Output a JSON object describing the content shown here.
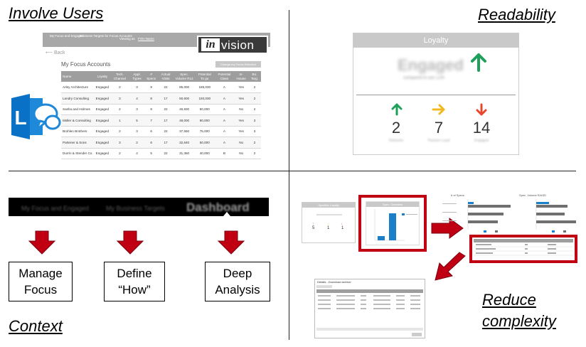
{
  "quadrants": {
    "q1_title": "Involve Users",
    "q2_title": "Readability",
    "q3_title": "Context",
    "q4_title_line1": "Reduce",
    "q4_title_line2": "complexity"
  },
  "invision_mock": {
    "nav": [
      "My Focus and Engaged",
      "Business Targets for Focus Accounts",
      "Viewing as",
      "FOH Name"
    ],
    "back_label": "Back",
    "logo_in": "in",
    "logo_vision": "vision",
    "page_title": "My Focus Accounts",
    "change_button": "Change my Focus Selection",
    "columns": [
      "Name",
      "Loyalty",
      "Tech. Channel",
      "Appl. Types",
      "# Specs",
      "Actual Visits",
      "Spec. Volume R12",
      "Potential To go",
      "Potential Class",
      "In-House",
      "Bo. Targ."
    ],
    "rows": [
      [
        "Arley Architecture",
        "Engaged",
        "2",
        "3",
        "9",
        "22",
        "85,000",
        "185,000",
        "A",
        "Yes",
        "2"
      ],
      [
        "Landry Consulting",
        "Engaged",
        "3",
        "4",
        "8",
        "17",
        "50,600",
        "150,000",
        "A",
        "Yes",
        "2"
      ],
      [
        "Sasha and Holmes",
        "Engaged",
        "2",
        "3",
        "8",
        "22",
        "46,830",
        "50,000",
        "A",
        "No",
        "2"
      ],
      [
        "Müller & Consulting",
        "Engaged",
        "1",
        "5",
        "7",
        "17",
        "48,000",
        "80,000",
        "A",
        "Yes",
        "3"
      ],
      [
        "Brohlen Brothers",
        "Engaged",
        "2",
        "3",
        "6",
        "22",
        "37,550",
        "75,000",
        "A",
        "Yes",
        "3"
      ],
      [
        "Partener & Sons",
        "Engaged",
        "3",
        "2",
        "6",
        "17",
        "32,640",
        "50,000",
        "A",
        "No",
        "2"
      ],
      [
        "Durrin & Stender Co.",
        "Engaged",
        "2",
        "4",
        "5",
        "22",
        "31,360",
        "40,000",
        "B",
        "No",
        "2"
      ]
    ]
  },
  "loyalty_card": {
    "title": "Loyalty",
    "main_value": "Engaged",
    "main_sub": "compared to last 12M",
    "up_color": "#1fa05a",
    "mid_color": "#f2b820",
    "down_color": "#e8462a",
    "counts": [
      {
        "value": "2",
        "label": "Detractor"
      },
      {
        "value": "7",
        "label": "Passive Loyal"
      },
      {
        "value": "14",
        "label": "Engaged"
      }
    ]
  },
  "context": {
    "bar_items": [
      "My Focus and Engaged",
      "My Business Targets",
      "Dashboard"
    ],
    "boxes": [
      {
        "line1": "Manage",
        "line2": "Focus"
      },
      {
        "line1": "Define",
        "line2": "“How”"
      },
      {
        "line1": "Deep",
        "line2": "Analysis"
      }
    ],
    "arrow_color": "#c00012"
  },
  "reduce": {
    "card1_title": "Specifier Loyalty",
    "card1_values": [
      "5",
      "1",
      "1"
    ],
    "card2_title": "Spec. Overview",
    "chart1_title": "# of Specs",
    "chart2_title": "Spec. Volume R/ASD",
    "table_title": "Details - Download archive",
    "frame_color": "#c00012"
  }
}
